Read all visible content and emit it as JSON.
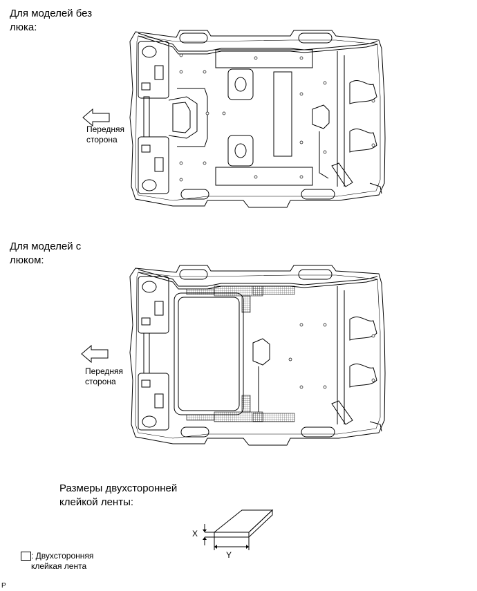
{
  "section_no_sunroof": {
    "title": "Для моделей без\nлюка:",
    "front_label": "Передняя\nсторона"
  },
  "section_sunroof": {
    "title": "Для моделей с\nлюком:",
    "front_label": "Передняя\nсторона"
  },
  "tape_dimensions": {
    "title": "Размеры двухсторонней\nклейкой ленты:",
    "x_label": "X",
    "y_label": "Y"
  },
  "legend": {
    "text": ": Двухсторонняя\nклейкая лента"
  },
  "corner_mark": "P"
}
